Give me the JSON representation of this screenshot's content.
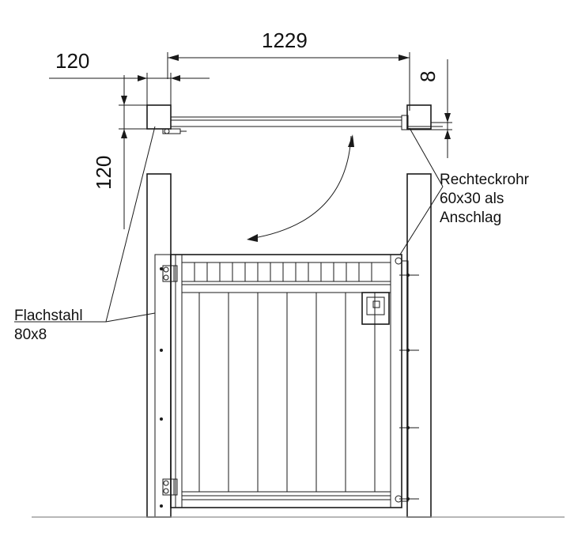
{
  "dimensions": {
    "width_gap": "1229",
    "post_size": "120",
    "post_height_side": "120",
    "stop_offset": "8"
  },
  "labels": {
    "flat_steel": {
      "line1": "Flachstahl",
      "line2": "80x8"
    },
    "stop_profile": {
      "line1": "Rechteckrohr",
      "line2": "60x30 als",
      "line3": "Anschlag"
    }
  },
  "colors": {
    "line": "#1a1a1a",
    "ground": "#8c8c8c",
    "background": "#ffffff"
  }
}
